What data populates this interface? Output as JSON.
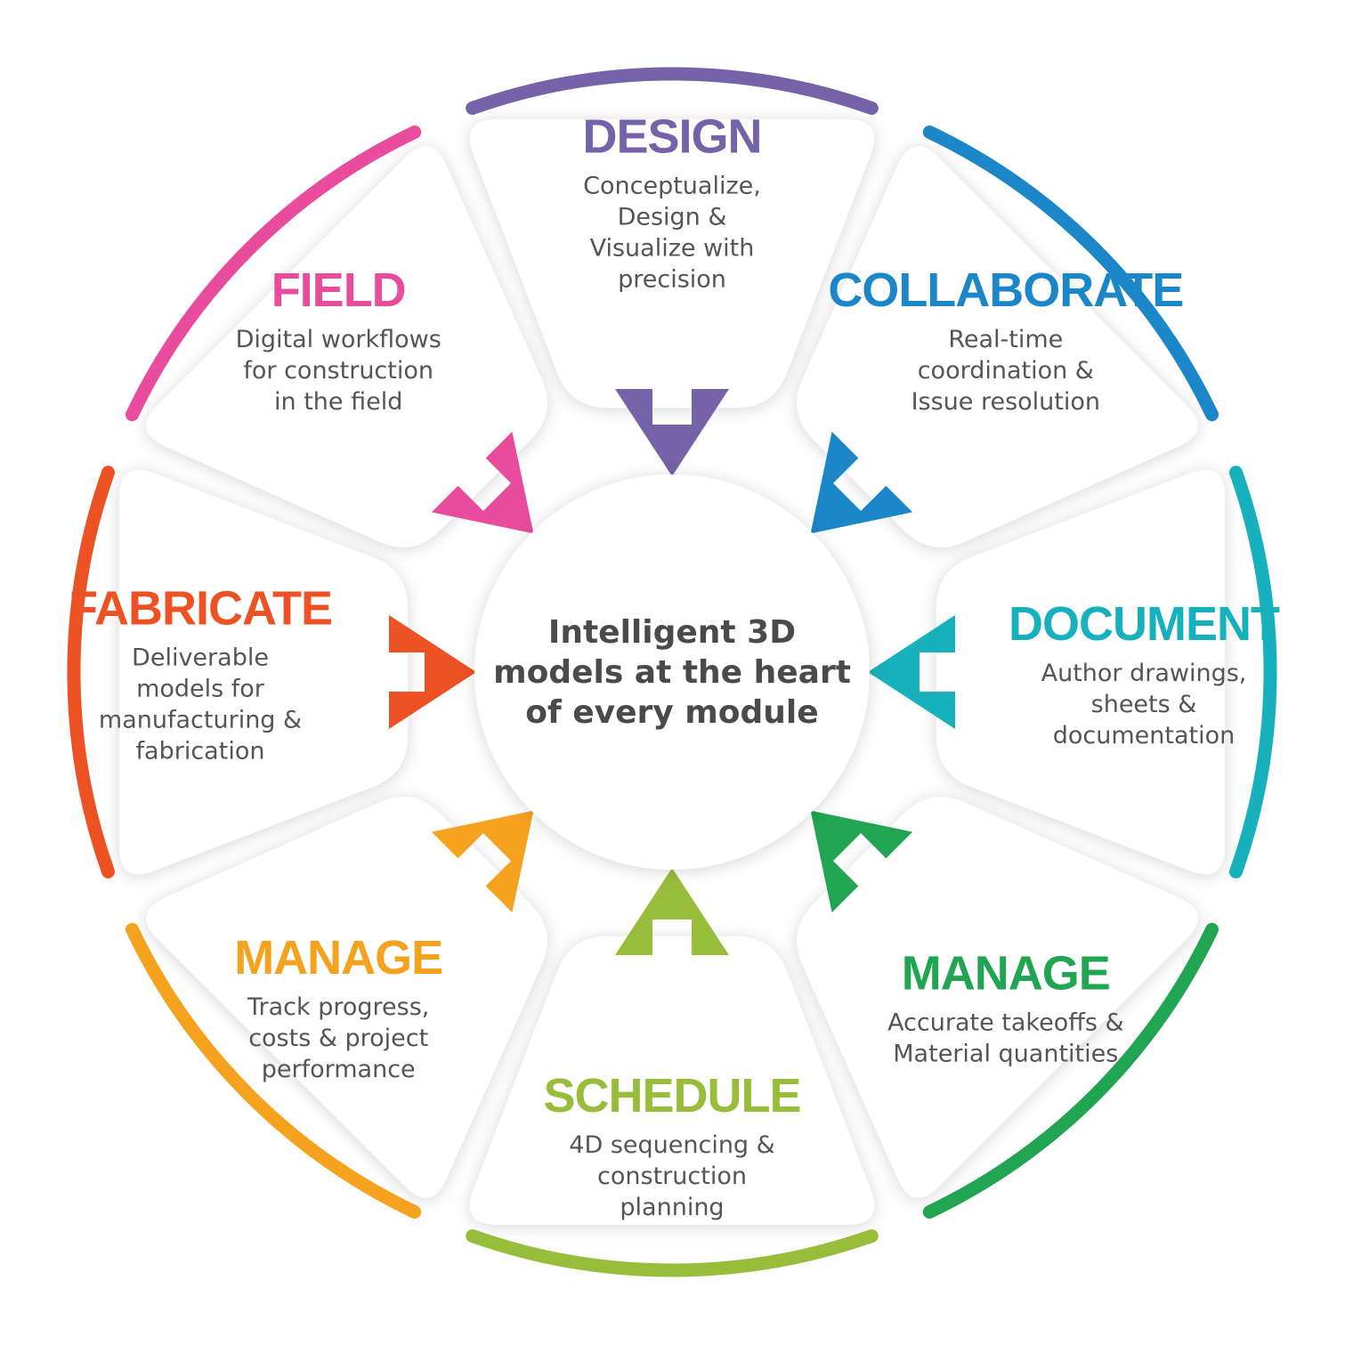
{
  "center": {
    "lines": [
      "Intelligent 3D",
      "models at the heart",
      "of every module"
    ]
  },
  "segments": [
    {
      "key": "design",
      "title": "DESIGN",
      "color": "#7563a9",
      "lines": [
        "Conceptualize,",
        "Design &",
        "Visualize with",
        "precision"
      ]
    },
    {
      "key": "collaborate",
      "title": "COLLABORATE",
      "color": "#1b86c8",
      "lines": [
        "Real-time",
        "coordination &",
        "Issue resolution"
      ]
    },
    {
      "key": "document",
      "title": "DOCUMENT",
      "color": "#17b0bd",
      "lines": [
        "Author drawings,",
        "sheets &",
        "documentation"
      ]
    },
    {
      "key": "manage-takeoffs",
      "title": "MANAGE",
      "color": "#21a552",
      "lines": [
        "Accurate takeoffs &",
        "Material quantities"
      ]
    },
    {
      "key": "schedule",
      "title": "SCHEDULE",
      "color": "#98bd3b",
      "lines": [
        "4D sequencing &",
        "construction",
        "planning"
      ]
    },
    {
      "key": "manage-progress",
      "title": "MANAGE",
      "color": "#f5a21f",
      "lines": [
        "Track progress,",
        "costs & project",
        "performance"
      ]
    },
    {
      "key": "fabricate",
      "title": "FABRICATE",
      "color": "#ec5223",
      "lines": [
        "Deliverable",
        "models for",
        "manufacturing &",
        "fabrication"
      ]
    },
    {
      "key": "field",
      "title": "FIELD",
      "color": "#e94b9d",
      "lines": [
        "Digital workflows",
        "for construction",
        "in the field"
      ]
    }
  ]
}
